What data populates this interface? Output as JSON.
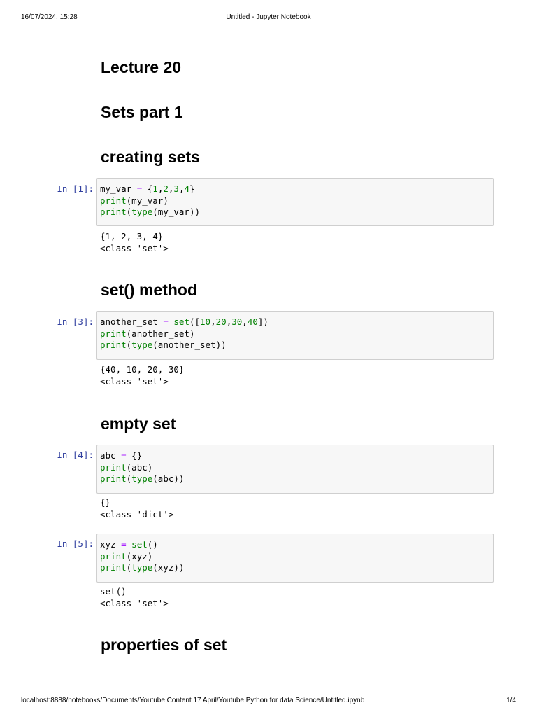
{
  "print_header": {
    "datetime": "16/07/2024, 15:28",
    "title": "Untitled - Jupyter Notebook"
  },
  "print_footer": {
    "url": "localhost:8888/notebooks/Documents/Youtube Content 17 April/Youtube Python for data Science/Untitled.ipynb",
    "page": "1/4"
  },
  "headings": {
    "lecture": "Lecture 20",
    "sets_part": "Sets part 1",
    "creating_sets": "creating sets",
    "set_method": "set() method",
    "empty_set": "empty set",
    "properties": "properties of set"
  },
  "cells": [
    {
      "prompt": "In [1]:",
      "code": [
        [
          [
            "my_var",
            "nm"
          ],
          [
            " ",
            "nm"
          ],
          [
            "=",
            "op"
          ],
          [
            " {",
            "nm"
          ],
          [
            "1",
            "num"
          ],
          [
            ",",
            "nm"
          ],
          [
            "2",
            "num"
          ],
          [
            ",",
            "nm"
          ],
          [
            "3",
            "num"
          ],
          [
            ",",
            "nm"
          ],
          [
            "4",
            "num"
          ],
          [
            "}",
            "nm"
          ]
        ],
        [
          [
            "print",
            "kw"
          ],
          [
            "(my_var)",
            "nm"
          ]
        ],
        [
          [
            "print",
            "kw"
          ],
          [
            "(",
            "nm"
          ],
          [
            "type",
            "kw"
          ],
          [
            "(my_var))",
            "nm"
          ]
        ]
      ],
      "output": [
        "{1, 2, 3, 4}",
        "<class 'set'>"
      ]
    },
    {
      "prompt": "In [3]:",
      "code": [
        [
          [
            "another_set",
            "nm"
          ],
          [
            " ",
            "nm"
          ],
          [
            "=",
            "op"
          ],
          [
            " ",
            "nm"
          ],
          [
            "set",
            "kw"
          ],
          [
            "([",
            "nm"
          ],
          [
            "10",
            "num"
          ],
          [
            ",",
            "nm"
          ],
          [
            "20",
            "num"
          ],
          [
            ",",
            "nm"
          ],
          [
            "30",
            "num"
          ],
          [
            ",",
            "nm"
          ],
          [
            "40",
            "num"
          ],
          [
            "])",
            "nm"
          ]
        ],
        [
          [
            "print",
            "kw"
          ],
          [
            "(another_set)",
            "nm"
          ]
        ],
        [
          [
            "print",
            "kw"
          ],
          [
            "(",
            "nm"
          ],
          [
            "type",
            "kw"
          ],
          [
            "(another_set))",
            "nm"
          ]
        ]
      ],
      "output": [
        "{40, 10, 20, 30}",
        "<class 'set'>"
      ]
    },
    {
      "prompt": "In [4]:",
      "code": [
        [
          [
            "abc",
            "nm"
          ],
          [
            " ",
            "nm"
          ],
          [
            "=",
            "op"
          ],
          [
            " {}",
            "nm"
          ]
        ],
        [
          [
            "print",
            "kw"
          ],
          [
            "(abc)",
            "nm"
          ]
        ],
        [
          [
            "print",
            "kw"
          ],
          [
            "(",
            "nm"
          ],
          [
            "type",
            "kw"
          ],
          [
            "(abc))",
            "nm"
          ]
        ]
      ],
      "output": [
        "{}",
        "<class 'dict'>"
      ]
    },
    {
      "prompt": "In [5]:",
      "code": [
        [
          [
            "xyz",
            "nm"
          ],
          [
            " ",
            "nm"
          ],
          [
            "=",
            "op"
          ],
          [
            " ",
            "nm"
          ],
          [
            "set",
            "kw"
          ],
          [
            "()",
            "nm"
          ]
        ],
        [
          [
            "print",
            "kw"
          ],
          [
            "(xyz)",
            "nm"
          ]
        ],
        [
          [
            "print",
            "kw"
          ],
          [
            "(",
            "nm"
          ],
          [
            "type",
            "kw"
          ],
          [
            "(xyz))",
            "nm"
          ]
        ]
      ],
      "output": [
        "set()",
        "<class 'set'>"
      ]
    }
  ]
}
